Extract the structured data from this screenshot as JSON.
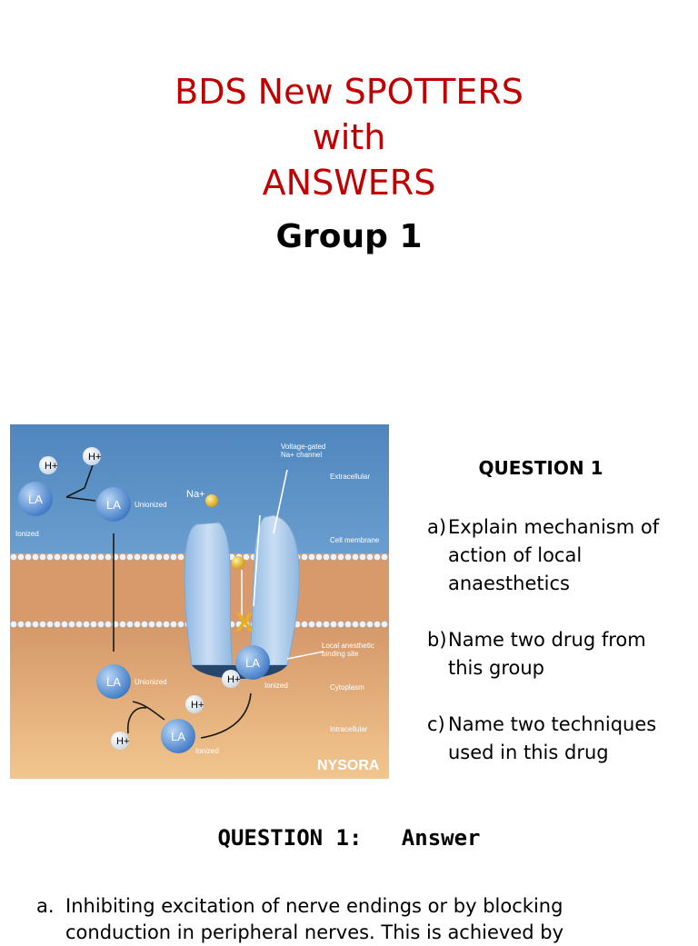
{
  "title": {
    "line1": "BDS  New SPOTTERS",
    "line2": "with",
    "line3": "ANSWERS"
  },
  "group": "Group 1",
  "figure": {
    "labels": {
      "h_plus": "H",
      "h_sup": "+",
      "la": "LA",
      "ionized": "Ionized",
      "unionized": "Unionized",
      "na": "Na",
      "na_sup": "+",
      "channel": [
        "Voltage-gated",
        "Na+ channel"
      ],
      "extracellular": "Extracellular",
      "cell_membrane": "Cell membrane",
      "binding_site": [
        "Local anesthetic",
        "binding site"
      ],
      "cytoplasm": "Cytoplasm",
      "intracellular": "Intracellular",
      "brand": "NYSORA",
      "block": "X"
    }
  },
  "question": {
    "title": "QUESTION 1",
    "items": [
      {
        "marker": "a)",
        "lines": [
          "Explain mechanism of",
          "action of local",
          "anaesthetics"
        ]
      },
      {
        "marker": "b)",
        "lines": [
          "Name two drug from",
          "this group"
        ]
      },
      {
        "marker": "c)",
        "lines": [
          "Name two techniques",
          "used in this drug"
        ]
      }
    ]
  },
  "answer": {
    "title": "QUESTION 1:   Answer",
    "items": [
      {
        "marker": "a.",
        "lines": [
          "Inhibiting excitation of nerve endings or by blocking",
          "conduction in peripheral nerves. This is achieved by"
        ]
      }
    ]
  }
}
